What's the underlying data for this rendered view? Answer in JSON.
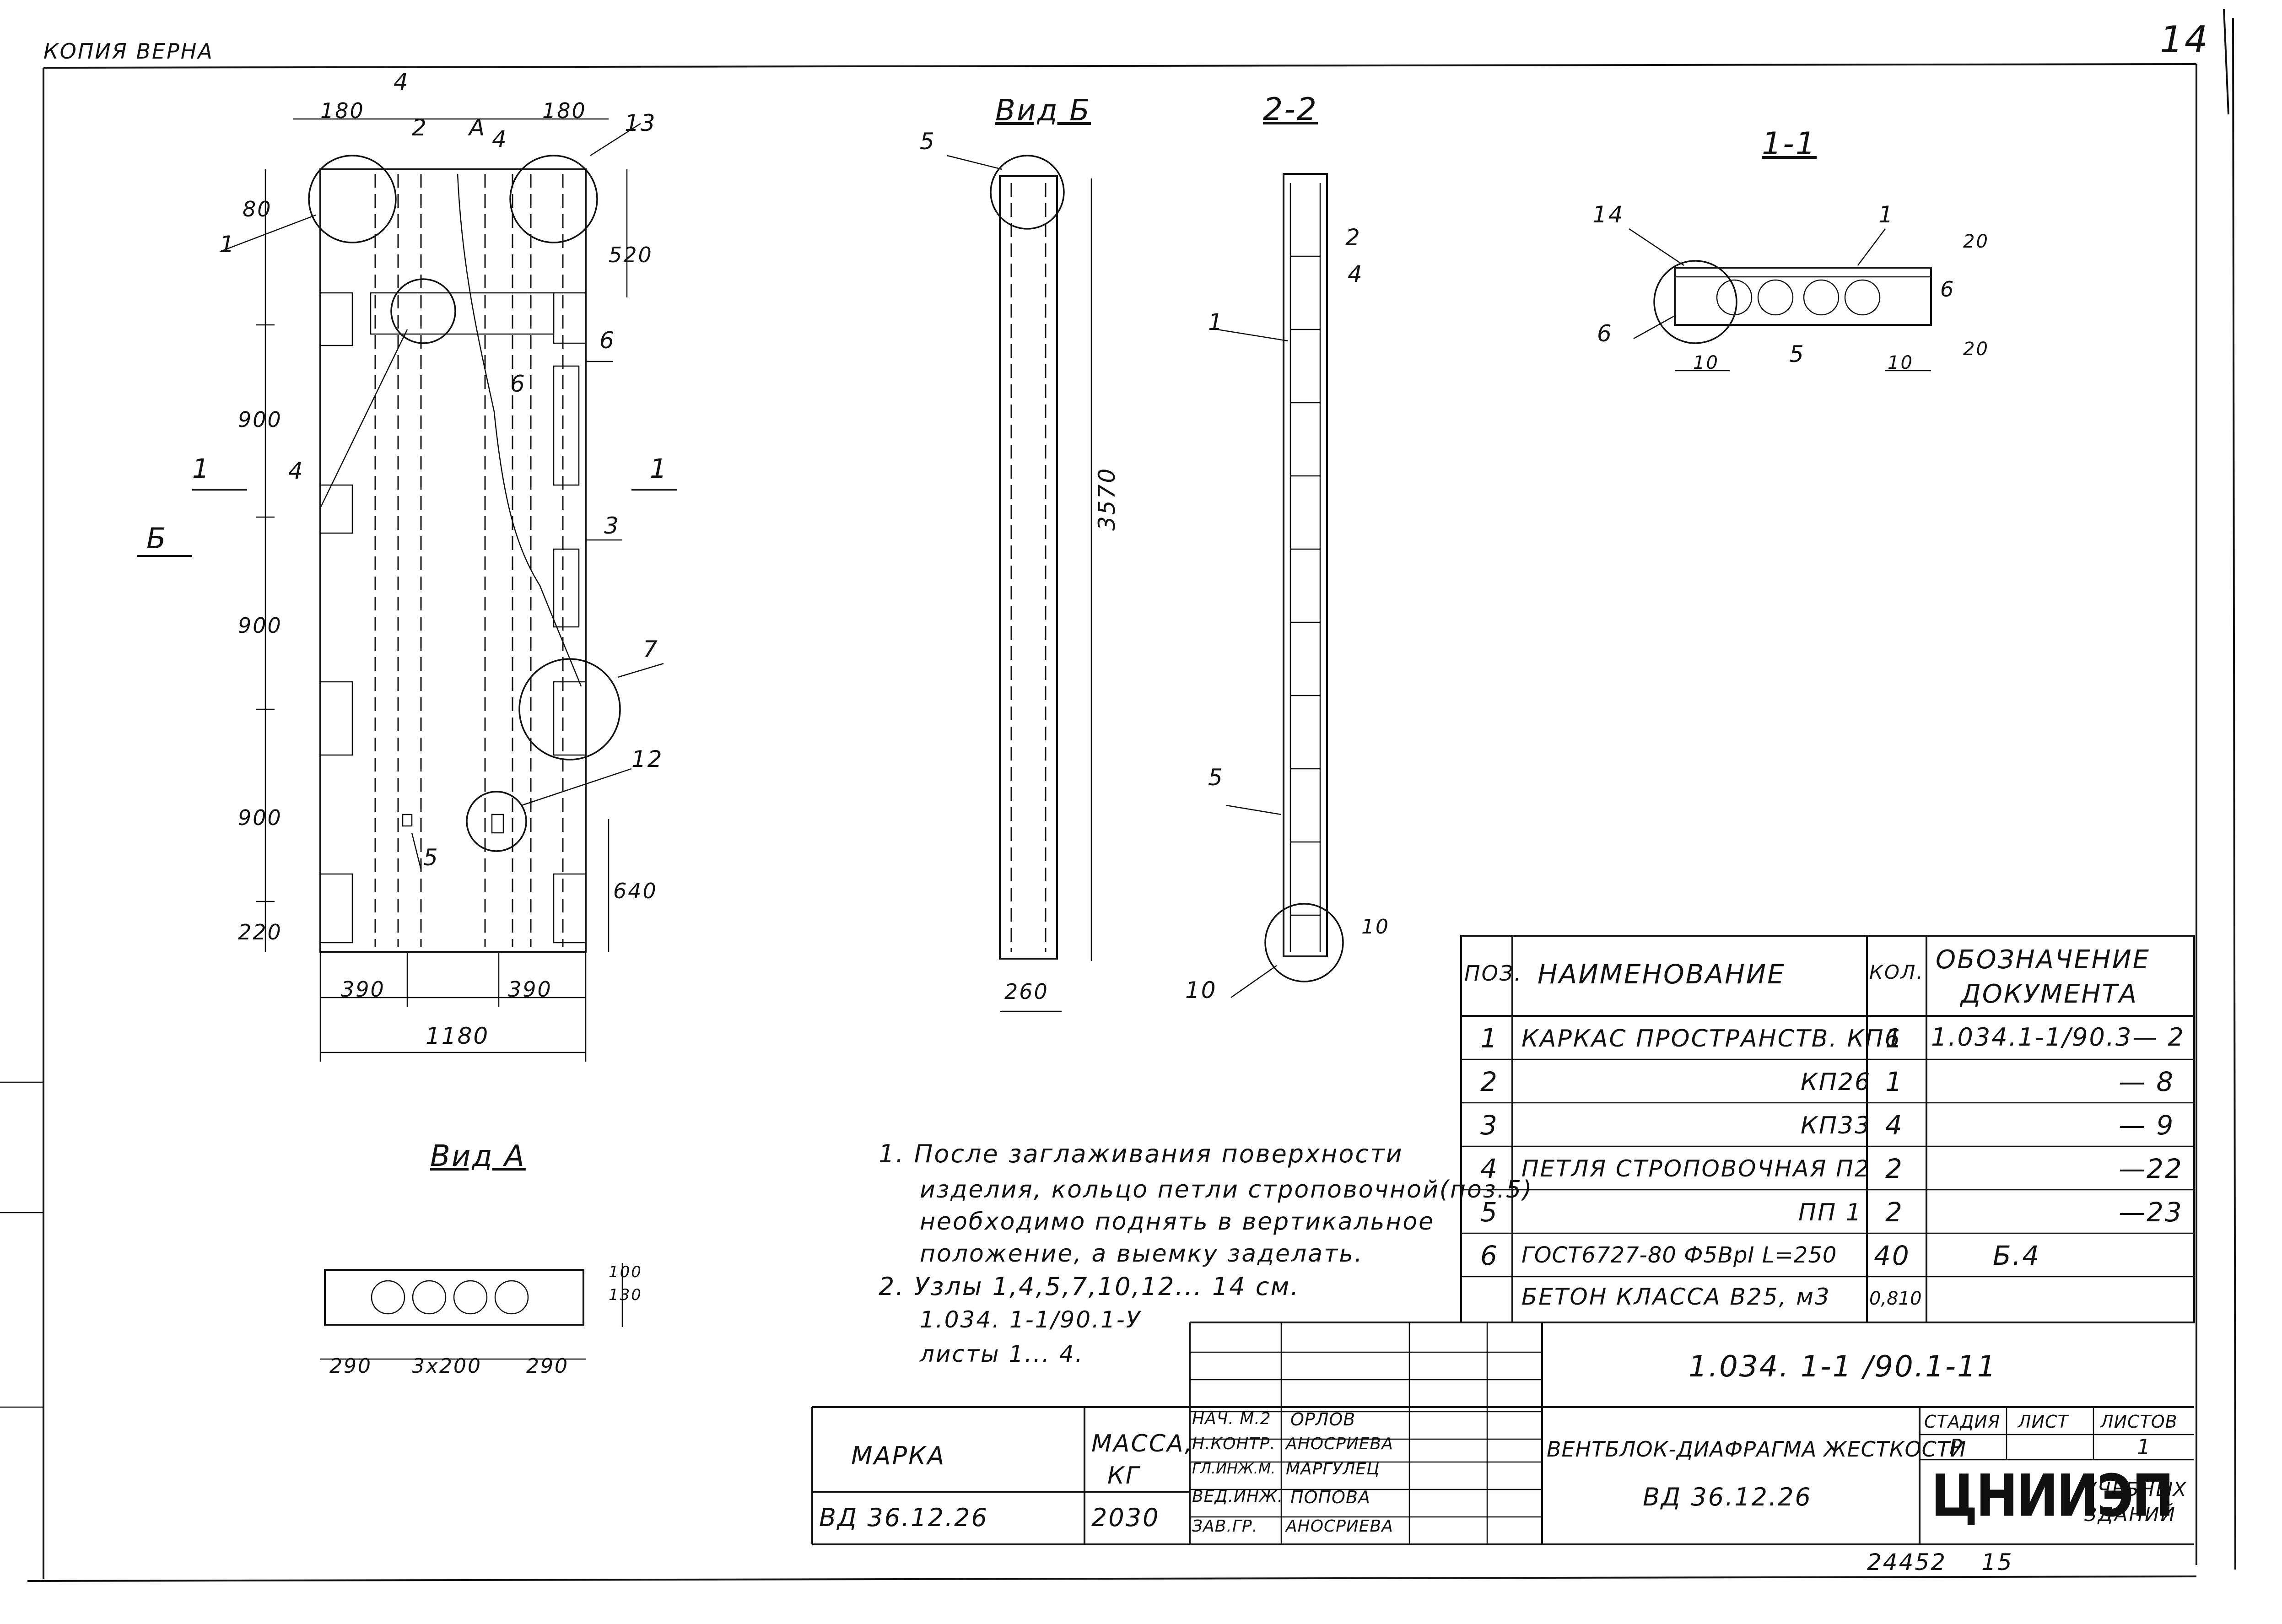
{
  "header": {
    "copy_stamp": "КОПИЯ  ВЕРНА",
    "sheet_number": "14",
    "footer_number": "24452",
    "footer_page": "15"
  },
  "views": {
    "main": {
      "label_b": "Б",
      "section_mark_left": "1",
      "section_mark_right": "1",
      "dims": [
        "180",
        "180",
        "80",
        "520",
        "900",
        "900",
        "900",
        "220",
        "640",
        "390",
        "390",
        "1180"
      ],
      "callouts": [
        "4",
        "2",
        "А",
        "4",
        "13",
        "1",
        "6",
        "4",
        "6",
        "3",
        "7",
        "12",
        "5"
      ]
    },
    "view_b": {
      "title": "Вид Б",
      "callout": "5",
      "dim_height": "3570",
      "dim_width": "260"
    },
    "section_2": {
      "title": "2-2",
      "callouts": [
        "2",
        "4",
        "1",
        "5",
        "10"
      ],
      "dim": "10"
    },
    "section_1": {
      "title": "1-1",
      "callouts": [
        "14",
        "1",
        "6",
        "6",
        "5"
      ],
      "dims": [
        "20",
        "20",
        "10",
        "10"
      ]
    },
    "view_a": {
      "title": "Вид А",
      "dims": [
        "290",
        "3x200",
        "290"
      ],
      "dims_side": [
        "130",
        "100"
      ]
    }
  },
  "notes": [
    "1. После заглаживания поверхности",
    "изделия, кольцо петли строповочной(поз.5)",
    "необходимо поднять в вертикальное",
    "положение, а выемку заделать.",
    "2. Узлы 1,4,5,7,10,12... 14 см.",
    "1.034. 1-1/90.1-У",
    "листы 1... 4."
  ],
  "spec_table": {
    "headers": {
      "pos": "ПОЗ.",
      "name": "НАИМЕНОВАНИЕ",
      "qty": "КОЛ.",
      "doc_line1": "ОБОЗНАЧЕНИЕ",
      "doc_line2": "ДОКУМЕНТА"
    },
    "rows": [
      {
        "pos": "1",
        "name": "КАРКАС ПРОСТРАНСТВ. КП6",
        "qty": "1",
        "doc": "1.034.1-1/90.3— 2"
      },
      {
        "pos": "2",
        "name": "КП26",
        "qty": "1",
        "doc": "— 8"
      },
      {
        "pos": "3",
        "name": "КП33",
        "qty": "4",
        "doc": "— 9"
      },
      {
        "pos": "4",
        "name": "ПЕТЛЯ СТРОПОВОЧНАЯ П2",
        "qty": "2",
        "doc": "—22"
      },
      {
        "pos": "5",
        "name": "ПП 1",
        "qty": "2",
        "doc": "—23"
      },
      {
        "pos": "6",
        "name": "ГОСТ6727-80 Ф5ВрI L=250",
        "qty": "40",
        "doc": "Б.4"
      },
      {
        "pos": "",
        "name": "БЕТОН КЛАССА В25, м3",
        "qty": "0,810",
        "doc": ""
      }
    ]
  },
  "title_block": {
    "doc_code": "1.034. 1-1 /90.1-11",
    "marka_label": "МАРКА",
    "mass_label_1": "МАССА,",
    "mass_label_2": "КГ",
    "marka_value": "ВД 36.12.26",
    "mass_value": "2030",
    "roles": [
      {
        "role": "НАЧ. М.2",
        "name": "ОРЛОВ"
      },
      {
        "role": "Н.КОНТР.",
        "name": "АНОСРИЕВА"
      },
      {
        "role": "ГЛ.ИНЖ.М.",
        "name": "МАРГУЛЕЦ"
      },
      {
        "role": "ВЕД.ИНЖ.",
        "name": "ПОПОВА"
      },
      {
        "role": "ЗАВ.ГР.",
        "name": "АНОСРИЕВА"
      }
    ],
    "product_name": "ВЕНТБЛОК-ДИАФРАГМА ЖЕСТКОСТИ",
    "product_code": "ВД 36.12.26",
    "stage_label": "СТАДИЯ",
    "sheet_label": "ЛИСТ",
    "sheets_label": "ЛИСТОВ",
    "stage_value": "Р",
    "sheets_value": "1",
    "org_logo": "ЦНИИЭП",
    "org_line1": "УЧЕБНЫХ",
    "org_line2": "ЗДАНИЙ"
  }
}
